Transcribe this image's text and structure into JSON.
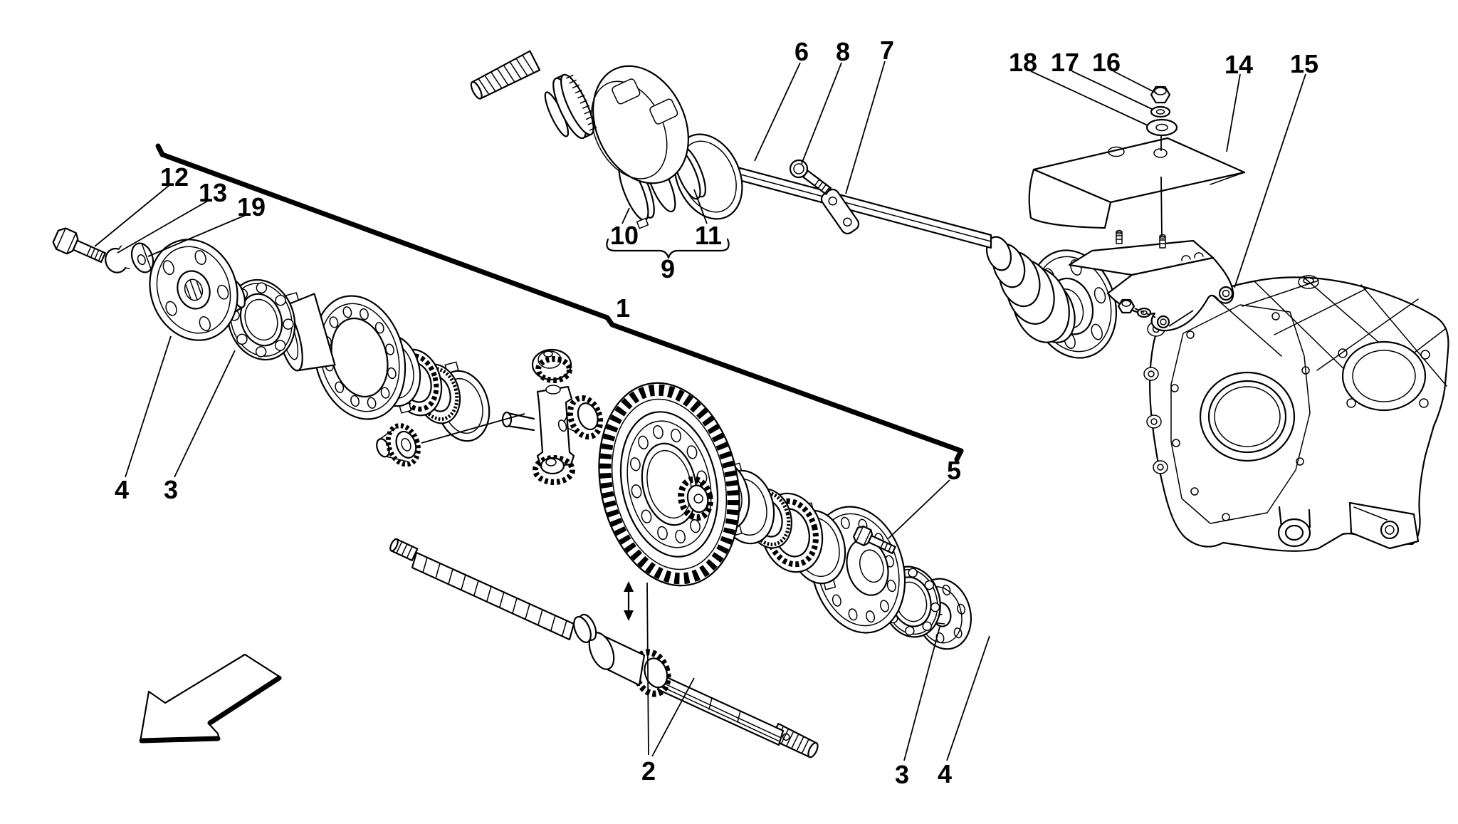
{
  "figure": {
    "background_color": "#ffffff",
    "line_color": "#000000"
  },
  "callouts": [
    {
      "id": "item-1",
      "text": "1"
    },
    {
      "id": "item-2",
      "text": "2"
    },
    {
      "id": "item-3-left",
      "text": "3"
    },
    {
      "id": "item-4-left",
      "text": "4"
    },
    {
      "id": "item-3-right",
      "text": "3"
    },
    {
      "id": "item-4-right",
      "text": "4"
    },
    {
      "id": "item-5",
      "text": "5"
    },
    {
      "id": "item-6",
      "text": "6"
    },
    {
      "id": "item-7",
      "text": "7"
    },
    {
      "id": "item-8",
      "text": "8"
    },
    {
      "id": "item-9",
      "text": "9"
    },
    {
      "id": "item-10",
      "text": "10"
    },
    {
      "id": "item-11",
      "text": "11"
    },
    {
      "id": "item-12",
      "text": "12"
    },
    {
      "id": "item-13",
      "text": "13"
    },
    {
      "id": "item-14",
      "text": "14"
    },
    {
      "id": "item-15",
      "text": "15"
    },
    {
      "id": "item-16",
      "text": "16"
    },
    {
      "id": "item-17",
      "text": "17"
    },
    {
      "id": "item-18",
      "text": "18"
    },
    {
      "id": "item-19",
      "text": "19"
    }
  ]
}
